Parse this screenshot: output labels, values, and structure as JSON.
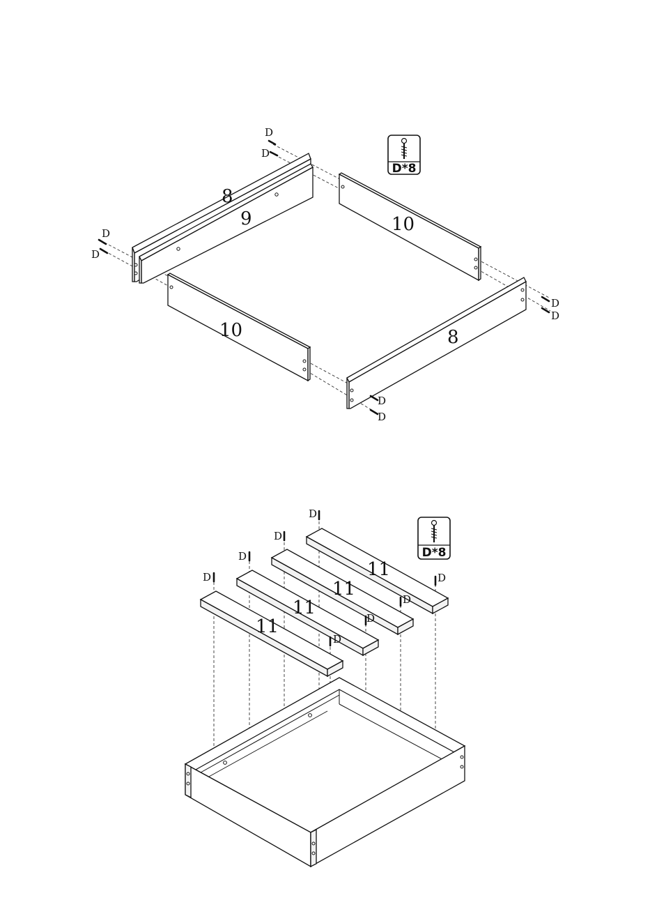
{
  "diagram": {
    "step1": {
      "hardware_badge": {
        "label": "D*8",
        "icon": "screw-icon"
      },
      "screw_label": "D",
      "parts": [
        {
          "id": "side-back",
          "label": "8"
        },
        {
          "id": "inner-rail",
          "label": "9"
        },
        {
          "id": "end-right",
          "label": "10"
        },
        {
          "id": "end-left",
          "label": "10"
        },
        {
          "id": "side-front",
          "label": "8"
        }
      ]
    },
    "step2": {
      "hardware_badge": {
        "label": "D*8",
        "icon": "screw-icon"
      },
      "screw_label": "D",
      "slats": [
        {
          "id": "slat-1",
          "label": "11"
        },
        {
          "id": "slat-2",
          "label": "11"
        },
        {
          "id": "slat-3",
          "label": "11"
        },
        {
          "id": "slat-4",
          "label": "11"
        }
      ]
    }
  }
}
